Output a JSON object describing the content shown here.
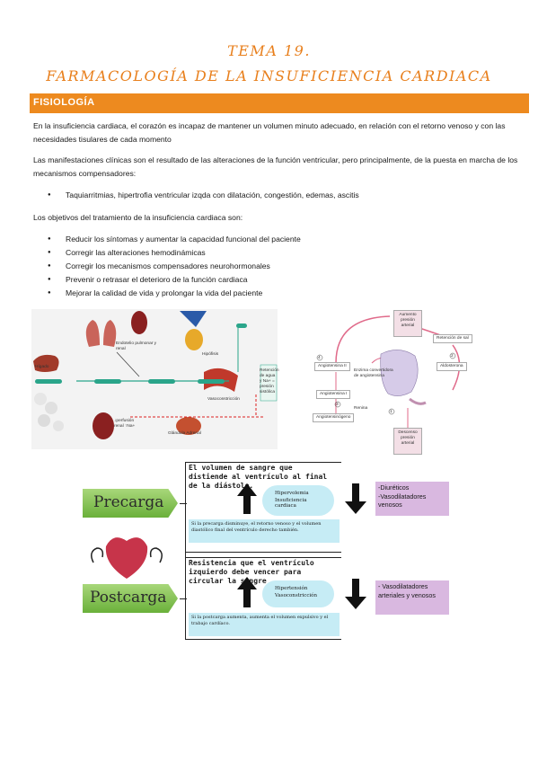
{
  "title": {
    "line1": "TEMA 19.",
    "line2": "FARMACOLOGÍA DE LA INSUFICIENCIA CARDIACA"
  },
  "section": {
    "heading": "FISIOLOGÍA"
  },
  "paragraphs": {
    "p1": "En la insuficiencia cardiaca, el corazón es incapaz de mantener un volumen minuto adecuado, en relación con el retorno venoso y con las necesidades tisulares de cada momento",
    "p2": "Las manifestaciones clínicas son el resultado de las alteraciones de la función ventricular, pero principalmente, de la puesta en marcha de los mecanismos compensadores:",
    "p3": "Los objetivos del tratamiento de la insuficiencia cardiaca son:"
  },
  "bullets1": [
    "Taquiarritmias, hipertrofia ventricular izqda con dilatación, congestión, edemas, ascitis"
  ],
  "bullets2": [
    "Reducir los síntomas y aumentar la capacidad funcional del paciente",
    "Corregir las alteraciones hemodinámicas",
    "Corregir los mecanismos compensadores neurohormonales",
    "Prevenir o retrasar el deterioro de la función cardiaca",
    "Mejorar la calidad de vida y prolongar la vida del paciente"
  ],
  "diagram_left": {
    "labels": {
      "higado": "Hígado",
      "endotelio": "Endotelio pulmonar y renal",
      "hipofisis": "Hipófisis",
      "vasoconstriccion": "Vasoconstricción",
      "glandula": "Glándula Adrenal",
      "retencion": "Retención de agua y Na+ = presión sistólica",
      "perfusion": "↓perfusión renal ↑Na+"
    }
  },
  "diagram_right": {
    "labels": {
      "aumento": "Aumento presión arterial",
      "retencion_sal": "Retención de sal",
      "angiotensina2": "Angiotensina II",
      "aldosterona": "Aldosterona",
      "enzima": "Enzima convertidora de angiotensina",
      "angiotensina1": "Angiotensina I",
      "renina": "Renina",
      "angiotensinogeno": "Angiotensinógeno",
      "descenso": "Descenso presión arterial",
      "n1": "1",
      "n2": "2",
      "n3": "3",
      "n4": "4"
    }
  },
  "precarga_block": {
    "tag": "Precarga",
    "definition": "El volumen de sangre que distiende al ventrículo al final de la diástole.",
    "cloud": [
      "Hipervolemia",
      "Insuficiencia cardiaca"
    ],
    "note": "Si la precarga disminuye, el retorno venoso y el volumen diastólico final del ventrículo derecho también.",
    "drugs": [
      "-Diuréticos",
      "-Vasodilatadores venosos"
    ]
  },
  "postcarga_block": {
    "tag": "Postcarga",
    "definition": "Resistencia que el ventrículo izquierdo debe vencer para circular la sangre",
    "cloud": [
      "Hipertensión",
      "Vasoconstricción"
    ],
    "note": "Si la postcarga aumenta, aumenta el volumen expulsivo y el trabajo cardíaco.",
    "drugs": [
      "- Vasodilatadores arteriales y venosos"
    ]
  },
  "colors": {
    "accent": "#e87f1c",
    "bar": "#ed8a1f",
    "green": "#2aa58a",
    "tag_green": "#7cbf4a",
    "purple": "#d9b8e0"
  }
}
